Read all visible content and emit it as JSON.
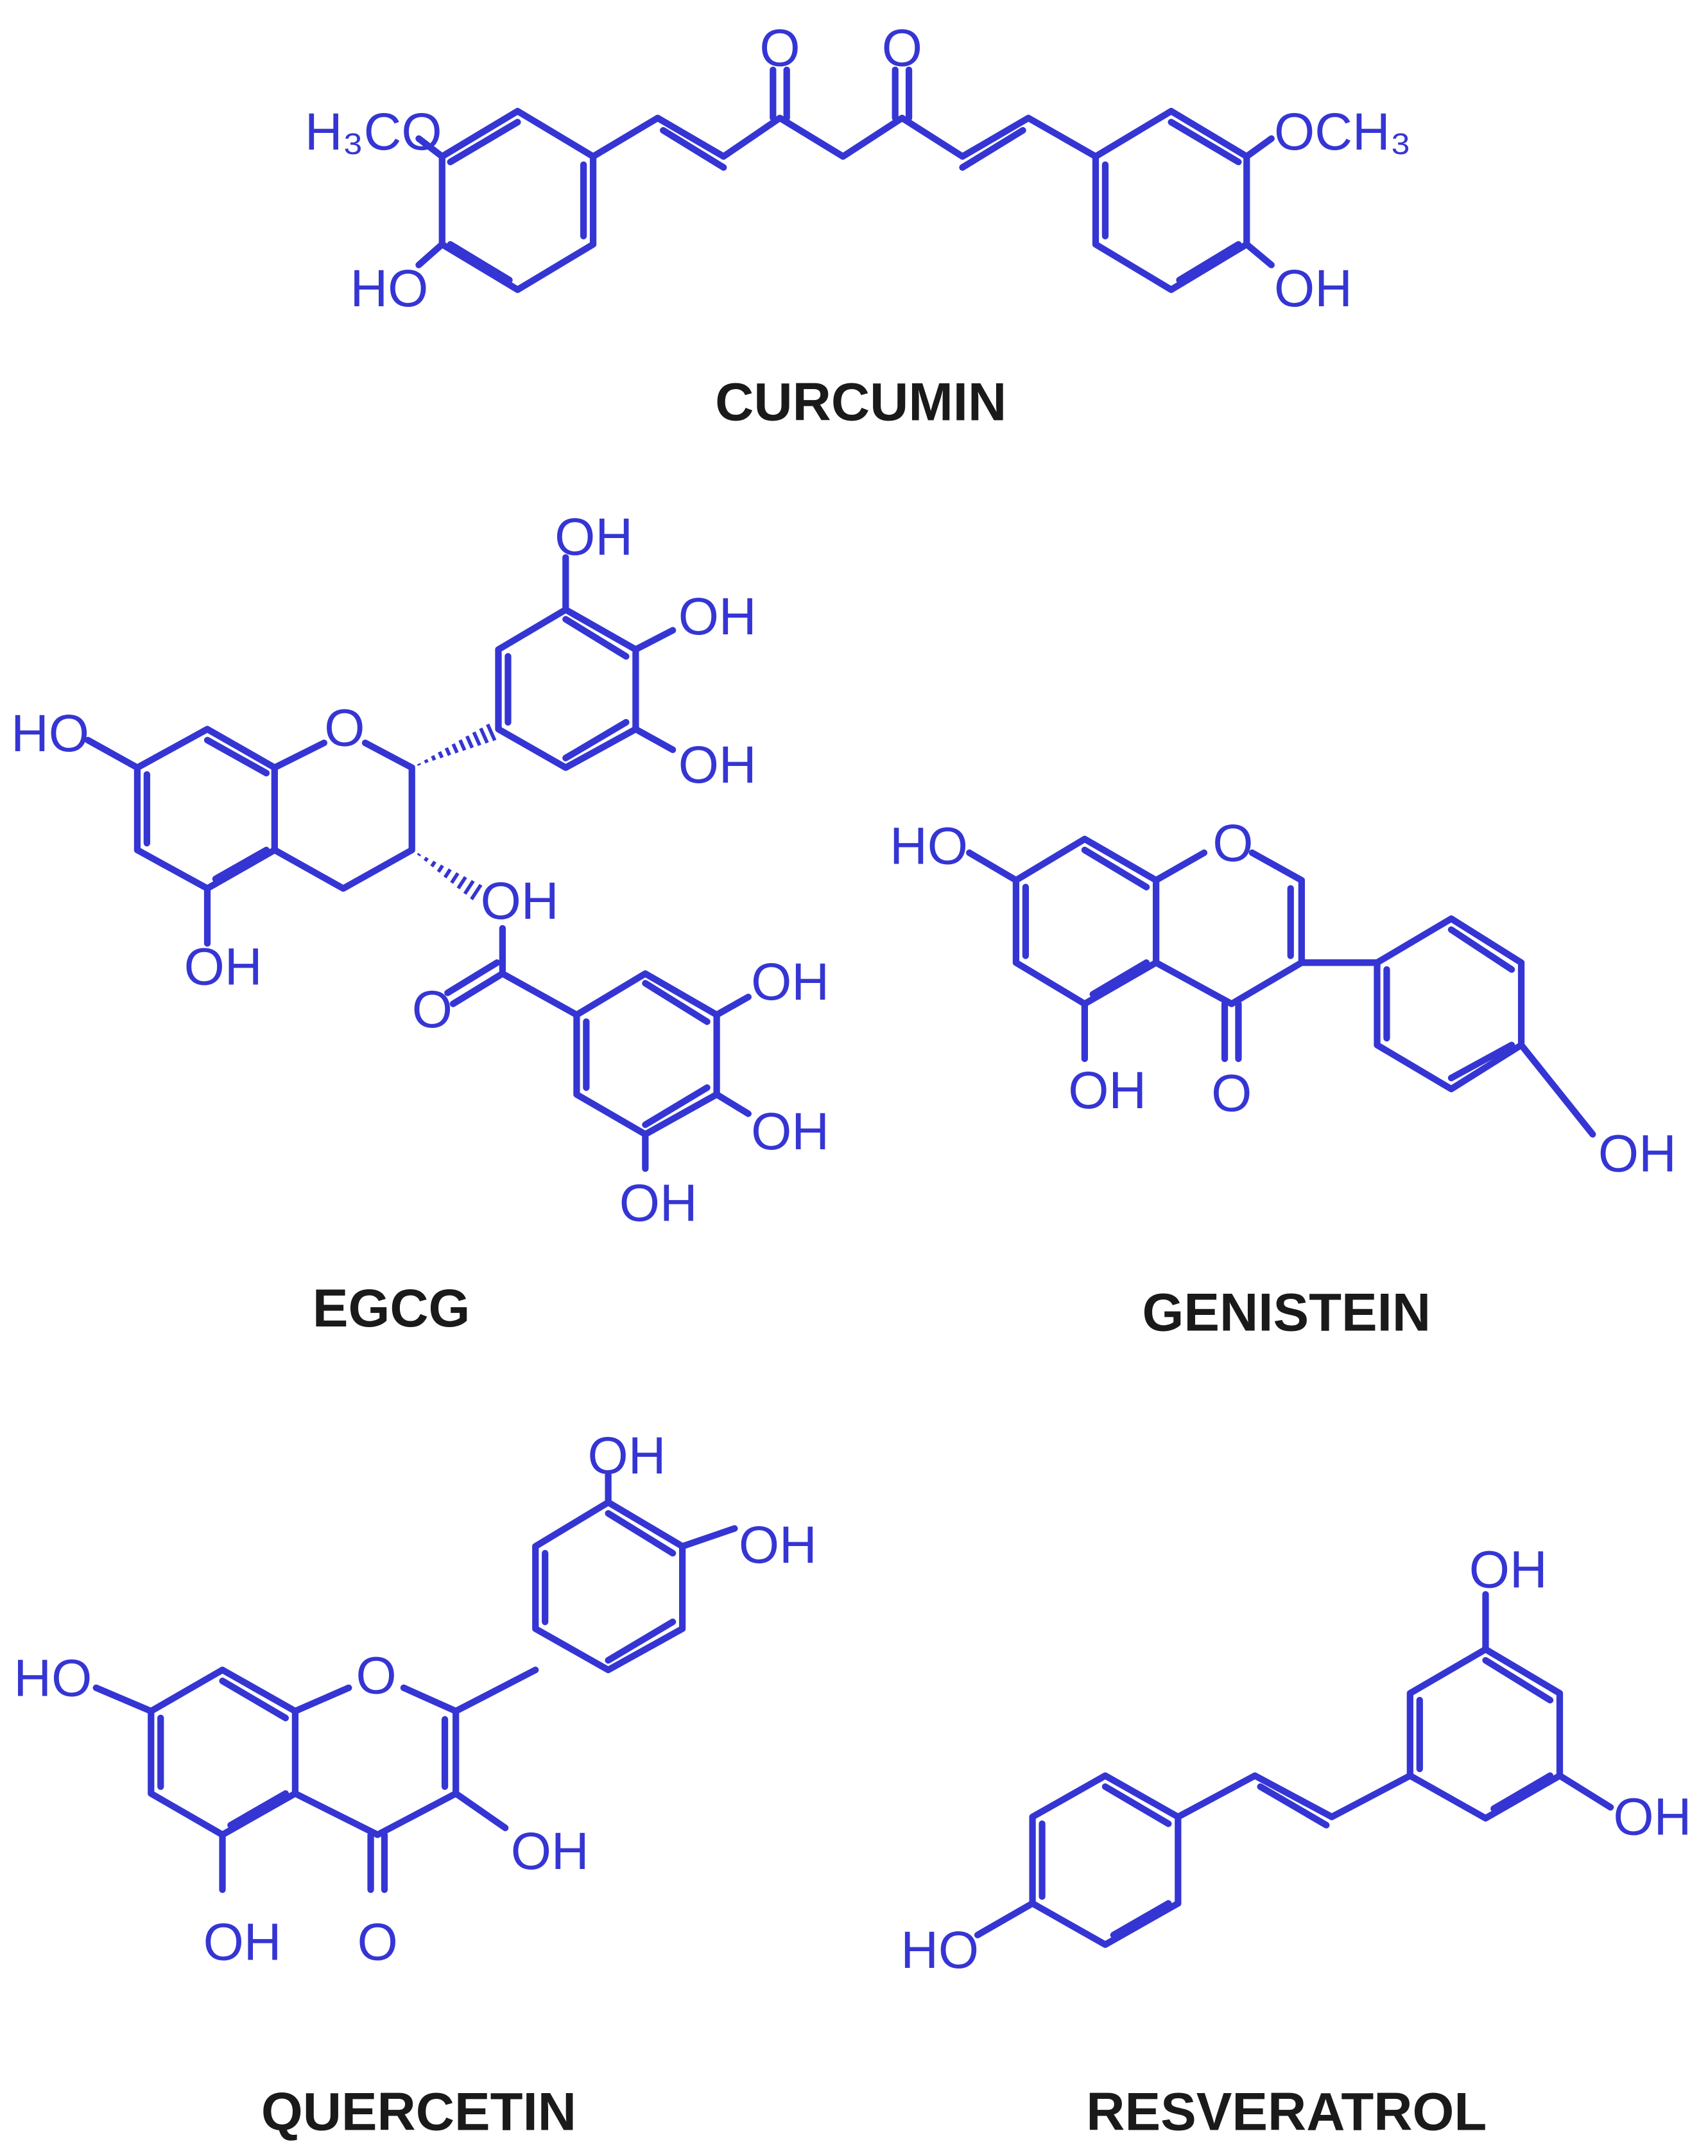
{
  "colors": {
    "structure": "#3535d4",
    "caption": "#1a1a1a",
    "background": "#ffffff"
  },
  "labels": {
    "O": "O",
    "OH": "OH",
    "HO": "HO",
    "H3CO": "H₃CO",
    "OCH3": "OCH₃"
  },
  "molecules": {
    "curcumin": {
      "name": "CURCUMIN"
    },
    "egcg": {
      "name": "EGCG"
    },
    "genistein": {
      "name": "GENISTEIN"
    },
    "quercetin": {
      "name": "QUERCETIN"
    },
    "resveratrol": {
      "name": "RESVERATROL"
    }
  }
}
